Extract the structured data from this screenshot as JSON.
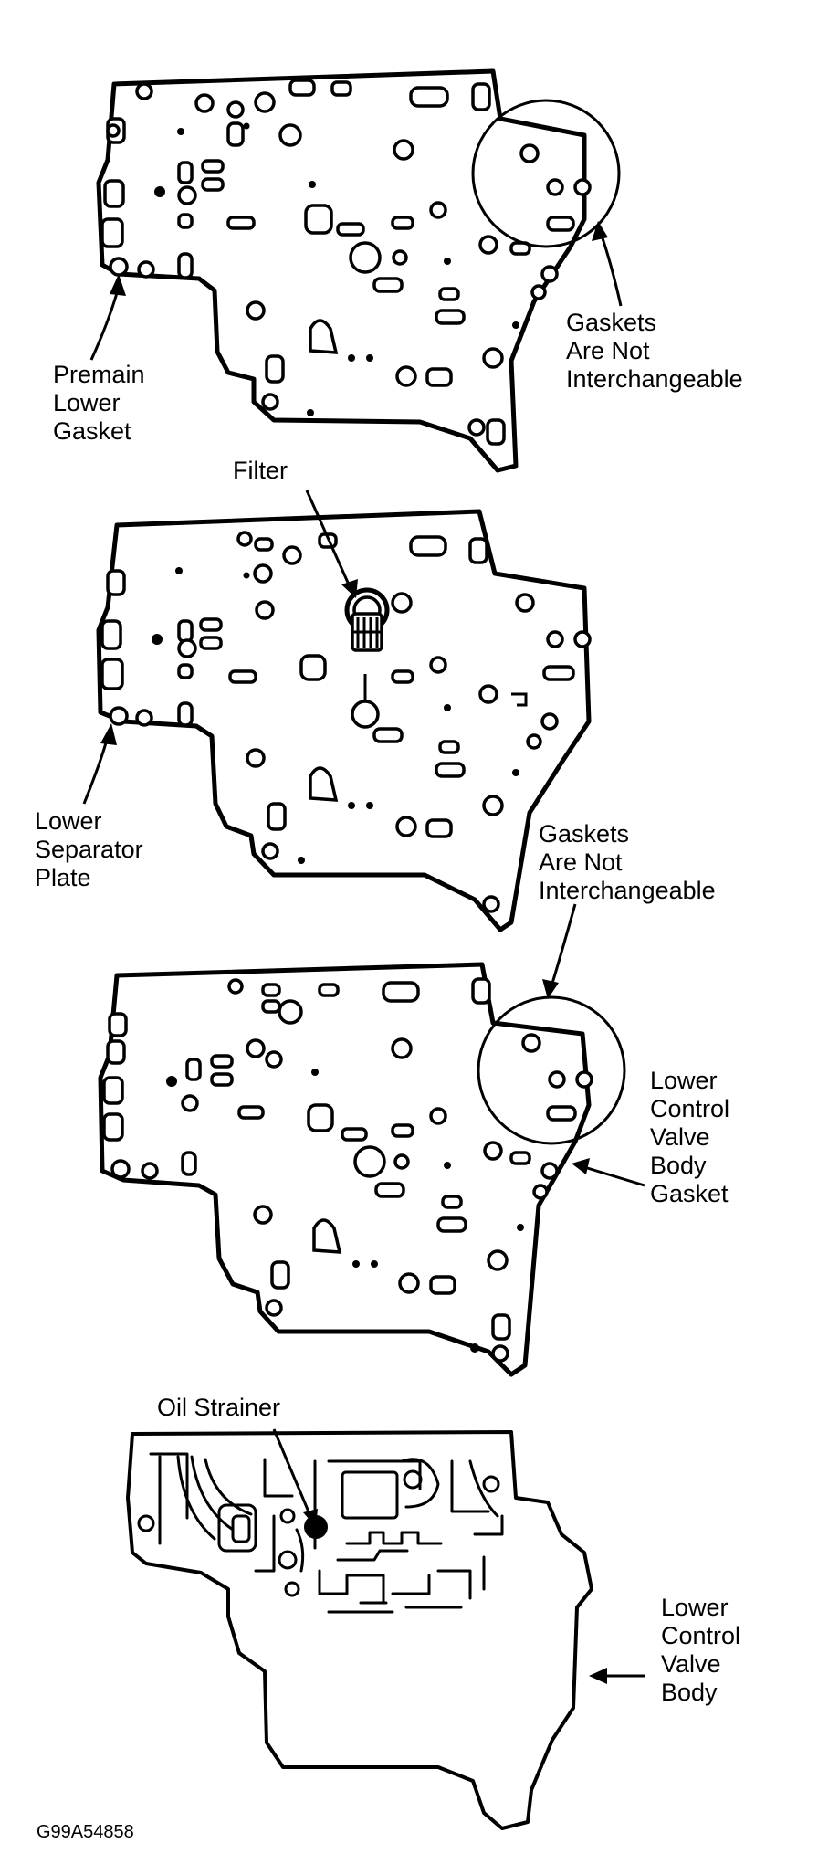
{
  "labels": {
    "premain_lower_gasket": "Premain\nLower\nGasket",
    "gaskets_not_interchangeable_1": "Gaskets\nAre Not\nInterchangeable",
    "filter": "Filter",
    "lower_separator_plate": "Lower\nSeparator\nPlate",
    "gaskets_not_interchangeable_2": "Gaskets\nAre Not\nInterchangeable",
    "lower_control_valve_body_gasket": "Lower\nControl\nValve\nBody\nGasket",
    "oil_strainer": "Oil Strainer",
    "lower_control_valve_body": "Lower\nControl\nValve\nBody"
  },
  "figure_code": "G99A54858"
}
